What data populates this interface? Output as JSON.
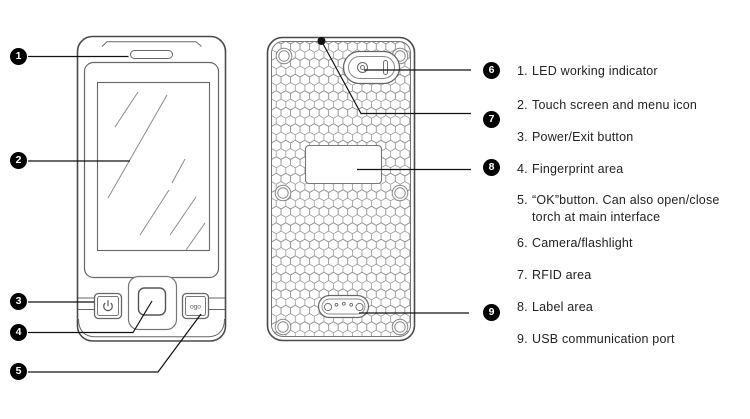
{
  "legend": {
    "items": [
      {
        "num": "1.",
        "text": "LED working indicator"
      },
      {
        "num": "2.",
        "text": "Touch screen and menu icon"
      },
      {
        "num": "3.",
        "text": "Power/Exit button"
      },
      {
        "num": "4.",
        "text": "Fingerprint area"
      },
      {
        "num": "5.",
        "text": "“OK”button. Can also open/close torch at main interface"
      },
      {
        "num": "6.",
        "text": "Camera/flashlight"
      },
      {
        "num": "7.",
        "text": "RFID area"
      },
      {
        "num": "8.",
        "text": "Label area"
      },
      {
        "num": "9.",
        "text": "USB communication port"
      }
    ]
  },
  "callouts": [
    {
      "num": "1"
    },
    {
      "num": "2"
    },
    {
      "num": "3"
    },
    {
      "num": "4"
    },
    {
      "num": "5"
    },
    {
      "num": "6"
    },
    {
      "num": "7"
    },
    {
      "num": "8"
    },
    {
      "num": "9"
    }
  ],
  "front_device": {
    "ok_glyph": "ogo"
  },
  "colors": {
    "outline": "#4a4a4a",
    "detail": "#666666",
    "hex_pattern": "#949494",
    "callout_line": "#111111",
    "bullet_bg": "#000000",
    "bullet_text": "#ffffff",
    "legend_text": "#222222"
  }
}
